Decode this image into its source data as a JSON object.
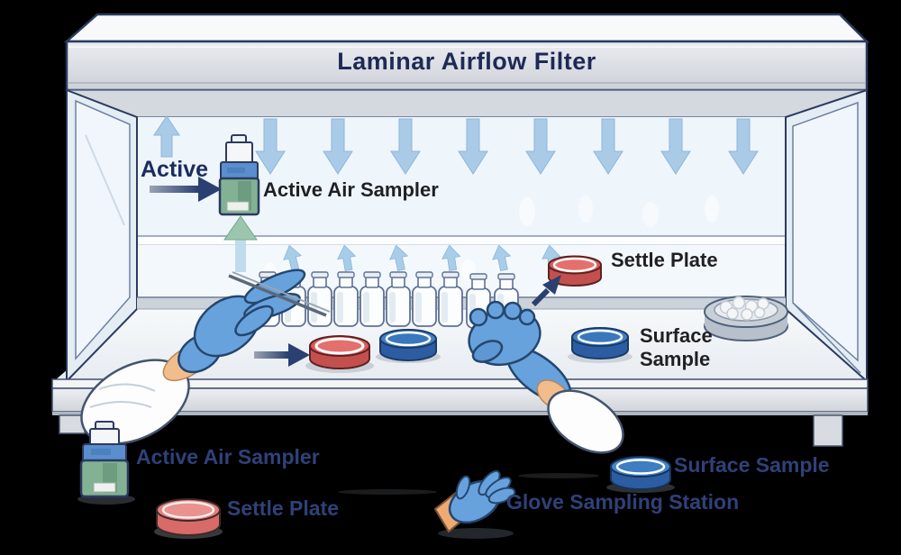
{
  "title": "Laminar Airflow Filter",
  "scene": {
    "active_label": "Active",
    "active_air_sampler_label": "Active Air Sampler",
    "settle_plate_label": "Settle Plate",
    "surface_sample_label": "Surface\nSample"
  },
  "legend": {
    "items": [
      {
        "id": "active-air-sampler",
        "label": "Active Air Sampler"
      },
      {
        "id": "settle-plate",
        "label": "Settle Plate"
      },
      {
        "id": "surface-sample",
        "label": "Surface Sample"
      },
      {
        "id": "glove-sampling-station",
        "label": "Glove Sampling Station"
      }
    ]
  },
  "colors": {
    "background": "#000000",
    "cabinet_outline": "#2b3a5f",
    "filter_band_gray": "#d9dce2",
    "interior_light": "#eef5fb",
    "title_text": "#1e2a55",
    "airflow_arrow_blue": "#aacbe8",
    "dark_arrow_navy": "#2a4070",
    "sampler_green": "#83b194",
    "sampler_blue_band": "#5a8ecd",
    "settle_plate_red": "#de5a58",
    "surface_sample_blue": "#4081c6",
    "glove_blue": "#68a2dc",
    "skin_tone": "#f2bd8d",
    "legend_text_navy": "#2f4178",
    "scene_label_text": "#1f2023"
  }
}
